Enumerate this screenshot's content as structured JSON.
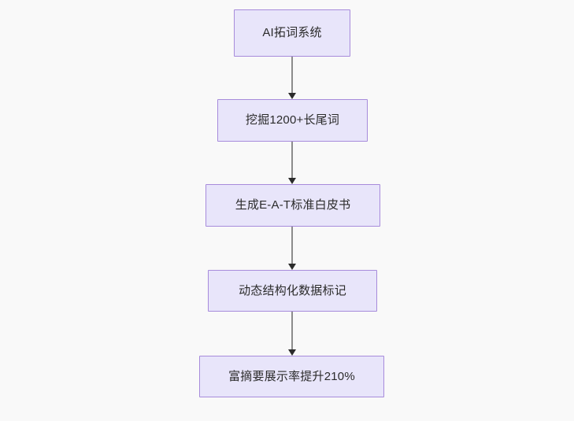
{
  "diagram": {
    "type": "flowchart",
    "direction": "top-to-bottom",
    "background_color": "#f9f9f9",
    "node_fill_color": "#e8e5fa",
    "node_border_color": "#a78bdb",
    "node_text_color": "#2b2b2b",
    "connector_color": "#8c8c8c",
    "arrowhead_color": "#2b2b2b",
    "nodes": [
      {
        "id": "n1",
        "label": "AI拓词系统"
      },
      {
        "id": "n2",
        "label": "挖掘1200+长尾词"
      },
      {
        "id": "n3",
        "label": "生成E-A-T标准白皮书"
      },
      {
        "id": "n4",
        "label": "动态结构化数据标记"
      },
      {
        "id": "n5",
        "label": "富摘要展示率提升210%"
      }
    ],
    "edges": [
      {
        "from": "n1",
        "to": "n2",
        "label": ""
      },
      {
        "from": "n2",
        "to": "n3",
        "label": ""
      },
      {
        "from": "n3",
        "to": "n4",
        "label": ""
      },
      {
        "from": "n4",
        "to": "n5",
        "label": ""
      }
    ]
  }
}
